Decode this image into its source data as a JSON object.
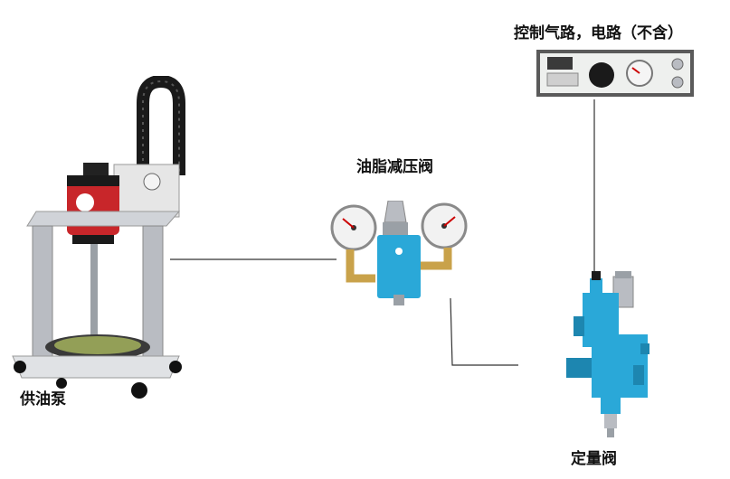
{
  "labels": {
    "pump": "供油泵",
    "reducing_valve": "油脂减压阀",
    "control": "控制气路，电路（不含）",
    "metering_valve": "定量阀"
  },
  "colors": {
    "valve_blue": "#2aa8d8",
    "metal": "#b9bcc2",
    "brass": "#c9a24a",
    "pump_red": "#c8262a",
    "frame_dark": "#1a1a1a",
    "line": "#333333"
  }
}
